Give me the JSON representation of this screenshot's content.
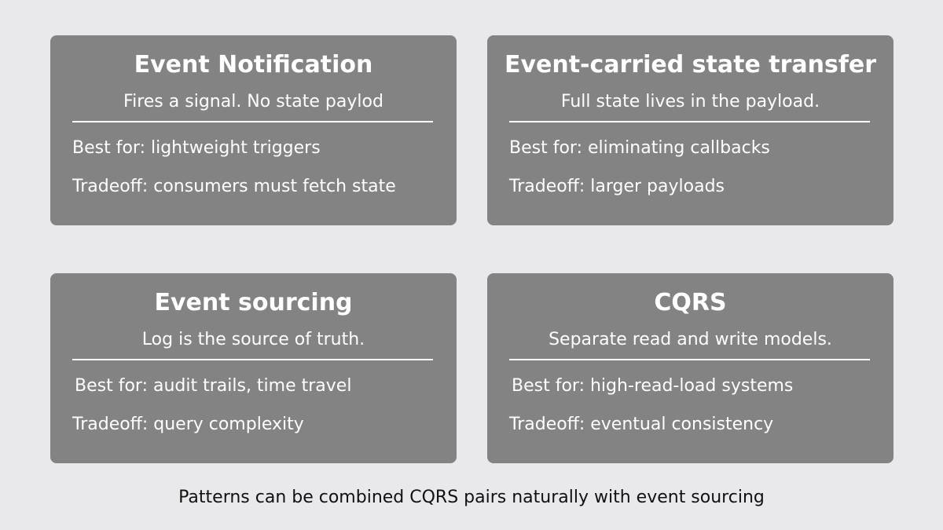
{
  "cards": [
    {
      "title": "Event Notification",
      "subtitle": "Fires a signal. No state paylod",
      "best_for": "Best for: lightweight triggers",
      "tradeoff": "Tradeoff: consumers must fetch state"
    },
    {
      "title": "Event-carried state transfer",
      "subtitle": "Full state lives in the payload.",
      "best_for": "Best for: eliminating callbacks",
      "tradeoff": "Tradeoff: larger payloads"
    },
    {
      "title": "Event sourcing",
      "subtitle": "Log is the source of truth.",
      "best_for": "Best for: audit trails, time travel",
      "tradeoff": "Tradeoff: query complexity"
    },
    {
      "title": "CQRS",
      "subtitle": "Separate read and write models.",
      "best_for": "Best for: high-read-load systems",
      "tradeoff": "Tradeoff: eventual consistency"
    }
  ],
  "footer": "Patterns can be combined CQRS pairs naturally with event sourcing",
  "colors": {
    "background": "#e9e9ec",
    "card": "#838383",
    "card_text": "#ffffff",
    "footer_text": "#111111"
  }
}
